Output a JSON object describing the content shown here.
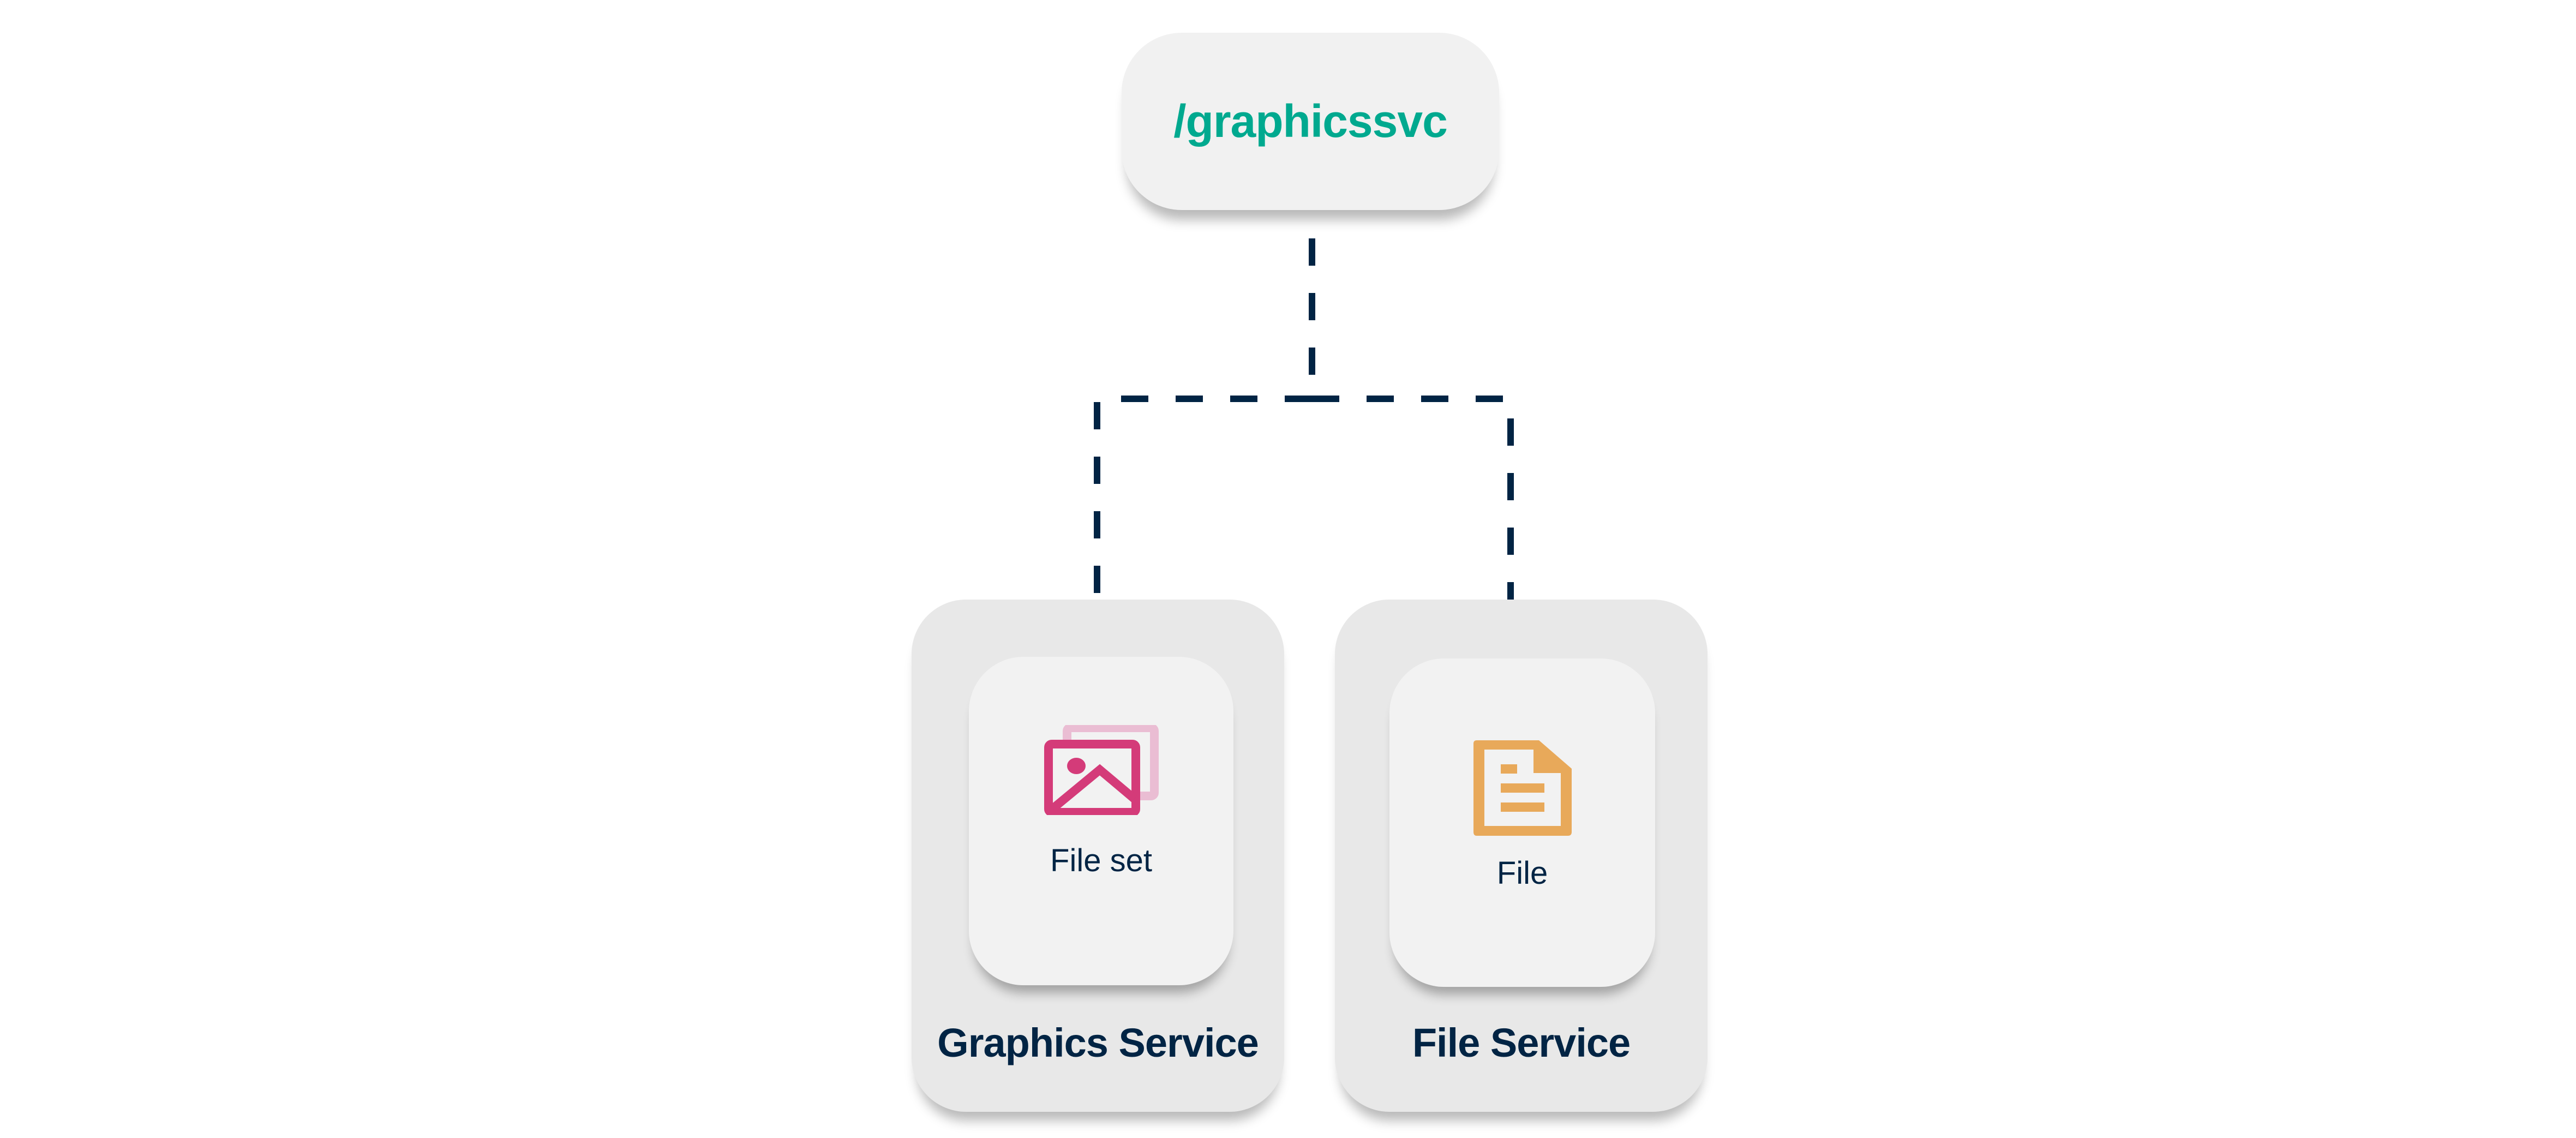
{
  "colors": {
    "endpoint_text": "#00a98f",
    "connector": "#012444",
    "label_text": "#012444",
    "fileset_icon": "#d43b79",
    "fileset_icon_back": "#eabdd3",
    "file_icon": "#e8a95a",
    "outer_box": "#e8e8e8",
    "inner_card": "#f2f2f2"
  },
  "endpoint": {
    "label": "/graphicssvc"
  },
  "services": [
    {
      "title": "Graphics Service",
      "card": {
        "label": "File set",
        "icon": "image-stack-icon"
      }
    },
    {
      "title": "File Service",
      "card": {
        "label": "File",
        "icon": "document-icon"
      }
    }
  ],
  "connectors": [
    {
      "from": "/graphicssvc",
      "to": "Graphics Service",
      "style": "dashed",
      "arrow": "down"
    },
    {
      "from": "/graphicssvc",
      "to": "File Service",
      "style": "dashed",
      "arrow": "down"
    }
  ]
}
